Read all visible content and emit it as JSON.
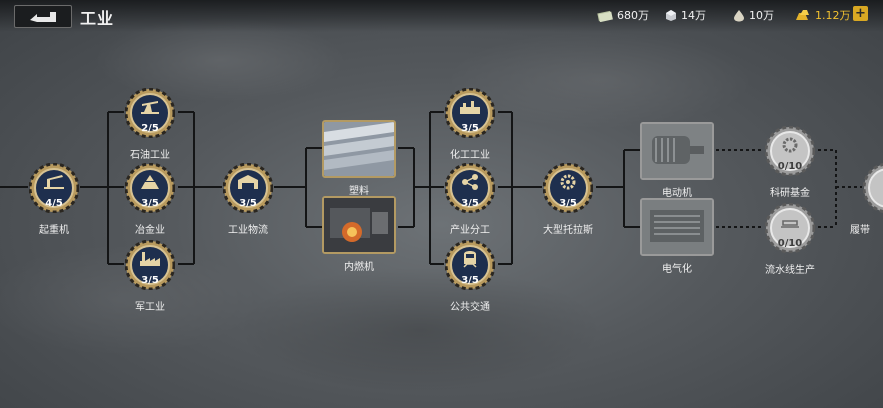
{
  "header": {
    "title": "工业",
    "resources": [
      {
        "icon": "cash-icon",
        "value": "680万"
      },
      {
        "icon": "steel-icon",
        "value": "14万"
      },
      {
        "icon": "oil-icon",
        "value": "10万"
      },
      {
        "icon": "gold-icon",
        "value": "1.12万"
      }
    ],
    "plus_label": "+"
  },
  "nodes": [
    {
      "label": "起重机",
      "count": "4/5"
    },
    {
      "label": "石油工业",
      "count": "2/5"
    },
    {
      "label": "冶金业",
      "count": "3/5"
    },
    {
      "label": "军工业",
      "count": "3/5"
    },
    {
      "label": "工业物流",
      "count": "3/5"
    },
    {
      "label": "化工工业",
      "count": "3/5"
    },
    {
      "label": "产业分工",
      "count": "3/5"
    },
    {
      "label": "公共交通",
      "count": "3/5"
    },
    {
      "label": "大型托拉斯",
      "count": "3/5"
    },
    {
      "label": "科研基金",
      "count": "0/10"
    },
    {
      "label": "流水线生产",
      "count": "0/10"
    },
    {
      "label": "履带"
    }
  ],
  "cards": [
    {
      "label": "塑料"
    },
    {
      "label": "内燃机"
    },
    {
      "label": "电动机"
    },
    {
      "label": "电气化"
    }
  ],
  "colors": {
    "gear_gold": "#b89a5e",
    "gear_face": "#1e2f4e",
    "locked_gray": "#b5b5b5",
    "gold_text": "#f2c230"
  }
}
